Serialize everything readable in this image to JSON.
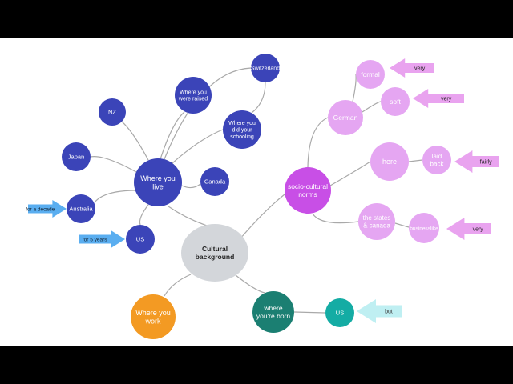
{
  "colors": {
    "center": "#d3d6da",
    "live": "#3b44b8",
    "norms": "#c84fe6",
    "norms_child": "#e5a6f2",
    "born": "#1b7f72",
    "born_child": "#14aca4",
    "work": "#f39a23",
    "blue_arrow": "#5aaef0",
    "pink_arrow": "#e9a3ef",
    "cyan_arrow": "#bfeff2",
    "connector": "#a9a9a9"
  },
  "nodes": {
    "center": {
      "lines": [
        "Cultural",
        "background"
      ]
    },
    "live": {
      "lines": [
        "Where you",
        "live"
      ]
    },
    "switzerland": {
      "lines": [
        "Switzerland"
      ]
    },
    "raised": {
      "lines": [
        "Where you",
        "were raised"
      ]
    },
    "schooling": {
      "lines": [
        "Where you",
        "did your",
        "schooling"
      ]
    },
    "nz": {
      "lines": [
        "NZ"
      ]
    },
    "japan": {
      "lines": [
        "Japan"
      ]
    },
    "canada": {
      "lines": [
        "Canada"
      ]
    },
    "australia": {
      "lines": [
        "Australia"
      ]
    },
    "us_live": {
      "lines": [
        "US"
      ]
    },
    "norms": {
      "lines": [
        "socio-cultural",
        "norms"
      ]
    },
    "german": {
      "lines": [
        "German"
      ]
    },
    "formal": {
      "lines": [
        "formal"
      ]
    },
    "soft": {
      "lines": [
        "soft"
      ]
    },
    "here": {
      "lines": [
        "here"
      ]
    },
    "laid_back": {
      "lines": [
        "laid",
        "back"
      ]
    },
    "states_canada": {
      "lines": [
        "the states",
        "& canada"
      ]
    },
    "businesslike": {
      "lines": [
        "businesslike"
      ]
    },
    "born": {
      "lines": [
        "where",
        "you're born"
      ]
    },
    "us_born": {
      "lines": [
        "US"
      ]
    },
    "work": {
      "lines": [
        "Where you",
        "work"
      ]
    }
  },
  "arrows": {
    "decade": "for a decade",
    "five_years": "for 5 years",
    "very_formal": "very",
    "very_soft": "very",
    "fairly": "fairly",
    "very_business": "very",
    "but": "but"
  }
}
